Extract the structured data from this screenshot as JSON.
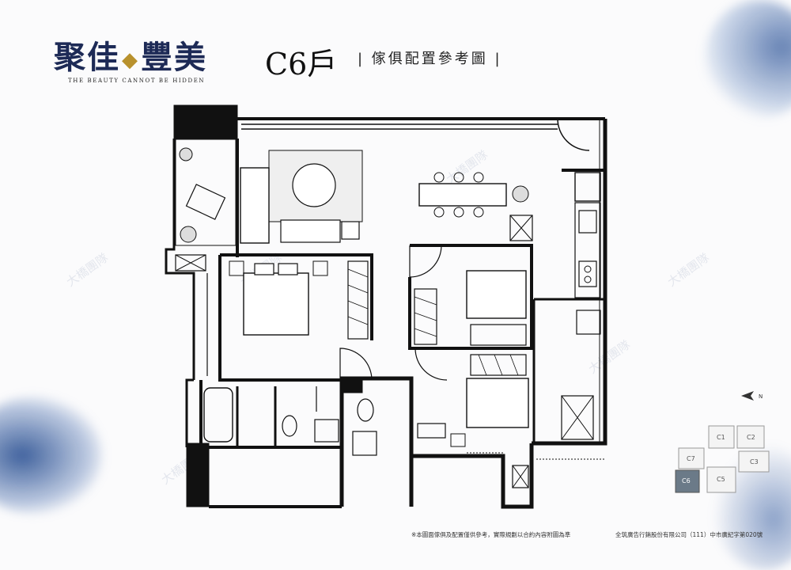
{
  "brand": {
    "name_left": "聚佳",
    "name_right": "豐美",
    "tagline": "THE BEAUTY CANNOT BE HIDDEN"
  },
  "header": {
    "unit": "C6戶",
    "subtitle": "| 傢俱配置參考圖 |"
  },
  "footer": {
    "disclaimer": "※本圖面傢俱及配置僅供參考，實際規劃以合約內容附圖為準",
    "credit": "全筑廣告行銷股份有限公司（111）中市廣紀字第020號"
  },
  "keyplan": {
    "units": [
      "C1",
      "C2",
      "C3",
      "C5",
      "C6",
      "C7"
    ],
    "highlight": "C6"
  },
  "watermark": "大橋團隊",
  "colors": {
    "wall": "#111111",
    "brand": "#1d2a56",
    "accent": "#b8912d",
    "highlight": "#6b7a88",
    "brush": "#2a4f86"
  }
}
